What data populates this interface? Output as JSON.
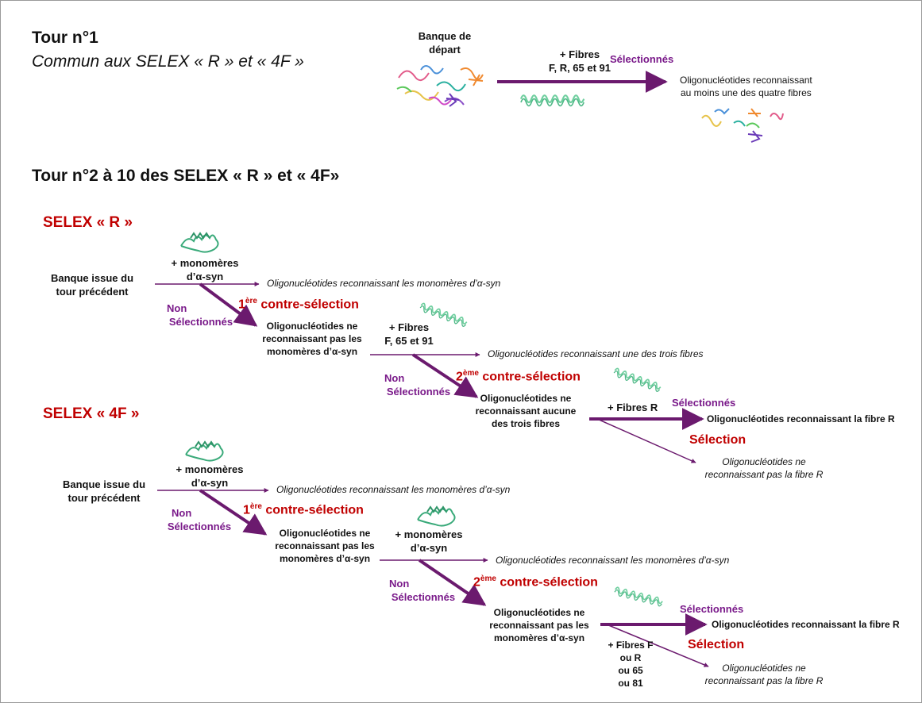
{
  "tour1": {
    "title": "Tour n°1",
    "subtitle": "Commun aux SELEX « R » et « 4F »",
    "bank_line1": "Banque de",
    "bank_line2": "départ",
    "fibres_line1": "+ Fibres",
    "fibres_line2": "F, R, 65 et 91",
    "selected": "Sélectionnés",
    "result_line1": "Oligonucléotides reconnaissant",
    "result_line2": "au moins une des quatre fibres"
  },
  "tour2": {
    "title": "Tour n°2 à 10 des SELEX « R » et « 4F»"
  },
  "selex_r": {
    "title": "SELEX « R »",
    "bank_line1": "Banque issue du",
    "bank_line2": "tour précédent",
    "mono_line1": "+ monomères",
    "mono_line2": "d’α-syn",
    "result_mono": "Oligonucléotides reconnaissant les monomères d’α-syn",
    "non_sel_1a": "Non",
    "non_sel_1b": "Sélectionnés",
    "contre1_num": "1",
    "contre1_sup": "ère",
    "contre1_text": " contre-sélection",
    "oligo1_line1": "Oligonucléotides ne",
    "oligo1_line2": "reconnaissant pas les",
    "oligo1_line3": "monomères d’α-syn",
    "fibres_line1": "+ Fibres",
    "fibres_line2": "F, 65 et 91",
    "result_fibres": "Oligonucléotides reconnaissant une des trois fibres",
    "non_sel_2a": "Non",
    "non_sel_2b": "Sélectionnés",
    "contre2_num": "2",
    "contre2_sup": "ème",
    "contre2_text": " contre-sélection",
    "oligo2_line1": "Oligonucléotides ne",
    "oligo2_line2": "reconnaissant aucune",
    "oligo2_line3": "des trois fibres",
    "fibres_r": "+ Fibres R",
    "selected": "Sélectionnés",
    "result_final": "Oligonucléotides reconnaissant la fibre R",
    "selection": "Sélection",
    "result_neg_line1": "Oligonucléotides ne",
    "result_neg_line2": "reconnaissant pas la fibre R"
  },
  "selex_4f": {
    "title": "SELEX « 4F »",
    "bank_line1": "Banque issue du",
    "bank_line2": "tour précédent",
    "mono_line1": "+ monomères",
    "mono_line2": "d’α-syn",
    "result_mono": "Oligonucléotides reconnaissant les monomères d’α-syn",
    "non_sel_1a": "Non",
    "non_sel_1b": "Sélectionnés",
    "contre1_num": "1",
    "contre1_sup": "ère",
    "contre1_text": " contre-sélection",
    "oligo1_line1": "Oligonucléotides ne",
    "oligo1_line2": "reconnaissant pas les",
    "oligo1_line3": "monomères d’α-syn",
    "mono2_line1": "+ monomères",
    "mono2_line2": "d’α-syn",
    "result_mono2": "Oligonucléotides reconnaissant les monomères d’α-syn",
    "non_sel_2a": "Non",
    "non_sel_2b": "Sélectionnés",
    "contre2_num": "2",
    "contre2_sup": "ème",
    "contre2_text": " contre-sélection",
    "oligo2_line1": "Oligonucléotides ne",
    "oligo2_line2": "reconnaissant pas les",
    "oligo2_line3": "monomères d’α-syn",
    "selected": "Sélectionnés",
    "result_final": "Oligonucléotides reconnaissant la fibre R",
    "selection": "Sélection",
    "result_neg_line1": "Oligonucléotides ne",
    "result_neg_line2": "reconnaissant pas la fibre R",
    "fibres_line1": "+ Fibres F",
    "fibres_line2": "ou R",
    "fibres_line3": "ou 65",
    "fibres_line4": "ou 81"
  },
  "colors": {
    "arrow": "#6b1a6e",
    "selected_text": "#7a1a8a",
    "contre_text": "#c00000",
    "fibril": "#6fcf9f",
    "monomer": "#3aaa7a"
  },
  "icons": {
    "fibril": "amyloid-fibril-icon",
    "monomer": "alpha-syn-monomer-icon",
    "library": "oligonucleotide-library-icon"
  }
}
